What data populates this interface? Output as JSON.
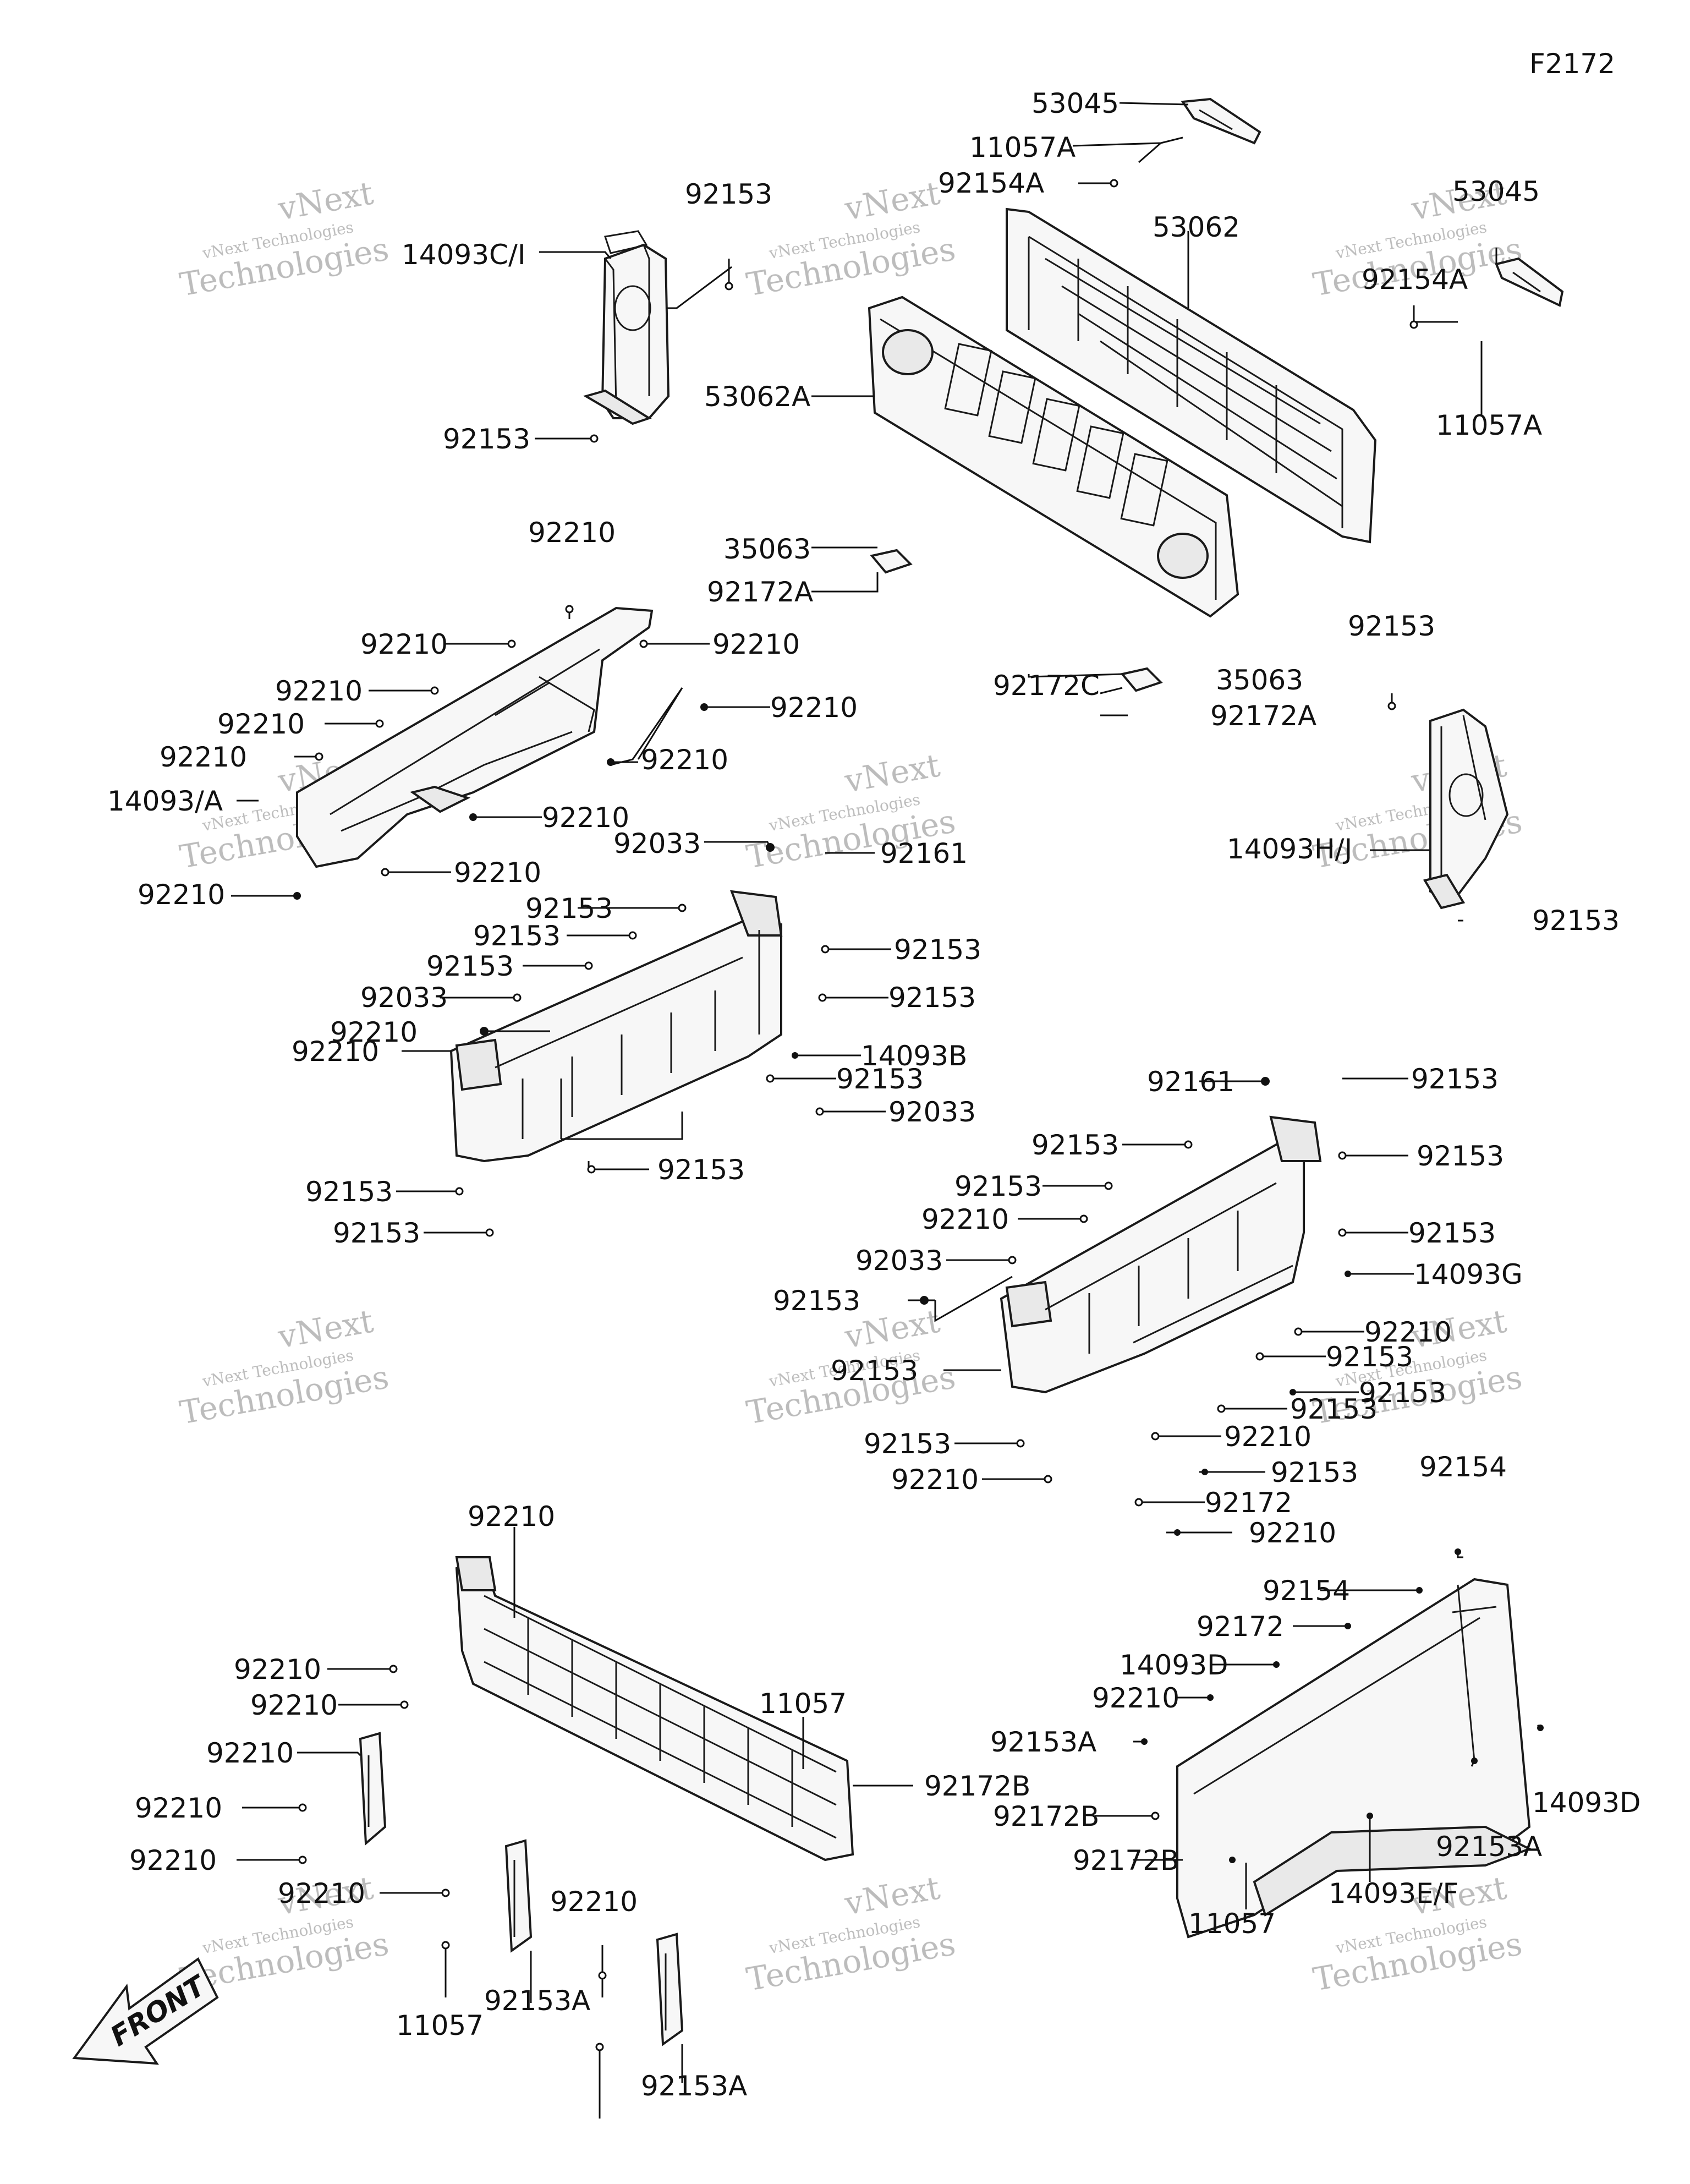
{
  "diagram_code": "F2172",
  "watermark": {
    "line1": "vNext Technologies",
    "line2": "vNext",
    "line3": "Technologies"
  },
  "front_arrow_label": "FRONT",
  "labels": [
    {
      "id": "l1",
      "text": "53045"
    },
    {
      "id": "l2",
      "text": "11057A"
    },
    {
      "id": "l3",
      "text": "92154A"
    },
    {
      "id": "l4",
      "text": "92153"
    },
    {
      "id": "l5",
      "text": "14093C/I"
    },
    {
      "id": "l6",
      "text": "53062"
    },
    {
      "id": "l7",
      "text": "53045"
    },
    {
      "id": "l8",
      "text": "92154A"
    },
    {
      "id": "l9",
      "text": "53062A"
    },
    {
      "id": "l10",
      "text": "11057A"
    },
    {
      "id": "l11",
      "text": "92153"
    },
    {
      "id": "l12",
      "text": "92210"
    },
    {
      "id": "l13",
      "text": "35063"
    },
    {
      "id": "l14",
      "text": "92172A"
    },
    {
      "id": "l15",
      "text": "92210"
    },
    {
      "id": "l16",
      "text": "92210"
    },
    {
      "id": "l17",
      "text": "92210"
    },
    {
      "id": "l18",
      "text": "92210"
    },
    {
      "id": "l19",
      "text": "92210"
    },
    {
      "id": "l20",
      "text": "92210"
    },
    {
      "id": "l21",
      "text": "92210"
    },
    {
      "id": "l22",
      "text": "92172C"
    },
    {
      "id": "l23",
      "text": "35063"
    },
    {
      "id": "l24",
      "text": "92172A"
    },
    {
      "id": "l25",
      "text": "92153"
    },
    {
      "id": "l26",
      "text": "14093/A"
    },
    {
      "id": "l27",
      "text": "92210"
    },
    {
      "id": "l28",
      "text": "92033"
    },
    {
      "id": "l29",
      "text": "92161"
    },
    {
      "id": "l30",
      "text": "14093H/J"
    },
    {
      "id": "l31",
      "text": "92210"
    },
    {
      "id": "l32",
      "text": "92210"
    },
    {
      "id": "l33",
      "text": "92153"
    },
    {
      "id": "l34",
      "text": "92153"
    },
    {
      "id": "l35",
      "text": "92153"
    },
    {
      "id": "l36",
      "text": "92153"
    },
    {
      "id": "l37",
      "text": "92153"
    },
    {
      "id": "l38",
      "text": "92153"
    },
    {
      "id": "l39",
      "text": "92033"
    },
    {
      "id": "l40",
      "text": "92210"
    },
    {
      "id": "l41",
      "text": "14093B"
    },
    {
      "id": "l42",
      "text": "92210"
    },
    {
      "id": "l43",
      "text": "92153"
    },
    {
      "id": "l44",
      "text": "92033"
    },
    {
      "id": "l45",
      "text": "92161"
    },
    {
      "id": "l46",
      "text": "92153"
    },
    {
      "id": "l47",
      "text": "92153"
    },
    {
      "id": "l48",
      "text": "92153"
    },
    {
      "id": "l49",
      "text": "92153"
    },
    {
      "id": "l50",
      "text": "92153"
    },
    {
      "id": "l51",
      "text": "92153"
    },
    {
      "id": "l52",
      "text": "92153"
    },
    {
      "id": "l53",
      "text": "92210"
    },
    {
      "id": "l54",
      "text": "92153"
    },
    {
      "id": "l55",
      "text": "92033"
    },
    {
      "id": "l56",
      "text": "92153"
    },
    {
      "id": "l57",
      "text": "14093G"
    },
    {
      "id": "l58",
      "text": "92153"
    },
    {
      "id": "l59",
      "text": "92210"
    },
    {
      "id": "l60",
      "text": "92153"
    },
    {
      "id": "l61",
      "text": "92153"
    },
    {
      "id": "l62",
      "text": "92153"
    },
    {
      "id": "l63",
      "text": "92153"
    },
    {
      "id": "l64",
      "text": "92210"
    },
    {
      "id": "l65",
      "text": "92210"
    },
    {
      "id": "l66",
      "text": "92153"
    },
    {
      "id": "l67",
      "text": "92172"
    },
    {
      "id": "l68",
      "text": "92210"
    },
    {
      "id": "l69",
      "text": "92210"
    },
    {
      "id": "l70",
      "text": "92154"
    },
    {
      "id": "l71",
      "text": "92210"
    },
    {
      "id": "l72",
      "text": "92154"
    },
    {
      "id": "l73",
      "text": "92210"
    },
    {
      "id": "l74",
      "text": "92172"
    },
    {
      "id": "l75",
      "text": "11057"
    },
    {
      "id": "l76",
      "text": "92210"
    },
    {
      "id": "l77",
      "text": "14093D"
    },
    {
      "id": "l78",
      "text": "92172B"
    },
    {
      "id": "l79",
      "text": "92210"
    },
    {
      "id": "l80",
      "text": "92210"
    },
    {
      "id": "l81",
      "text": "92153A"
    },
    {
      "id": "l82",
      "text": "92210"
    },
    {
      "id": "l83",
      "text": "92172B"
    },
    {
      "id": "l84",
      "text": "92210"
    },
    {
      "id": "l85",
      "text": "92172B"
    },
    {
      "id": "l86",
      "text": "92210"
    },
    {
      "id": "l87",
      "text": "14093E/F"
    },
    {
      "id": "l88",
      "text": "11057"
    },
    {
      "id": "l89",
      "text": "92153A"
    },
    {
      "id": "l90",
      "text": "11057"
    },
    {
      "id": "l91",
      "text": "92153A"
    }
  ]
}
